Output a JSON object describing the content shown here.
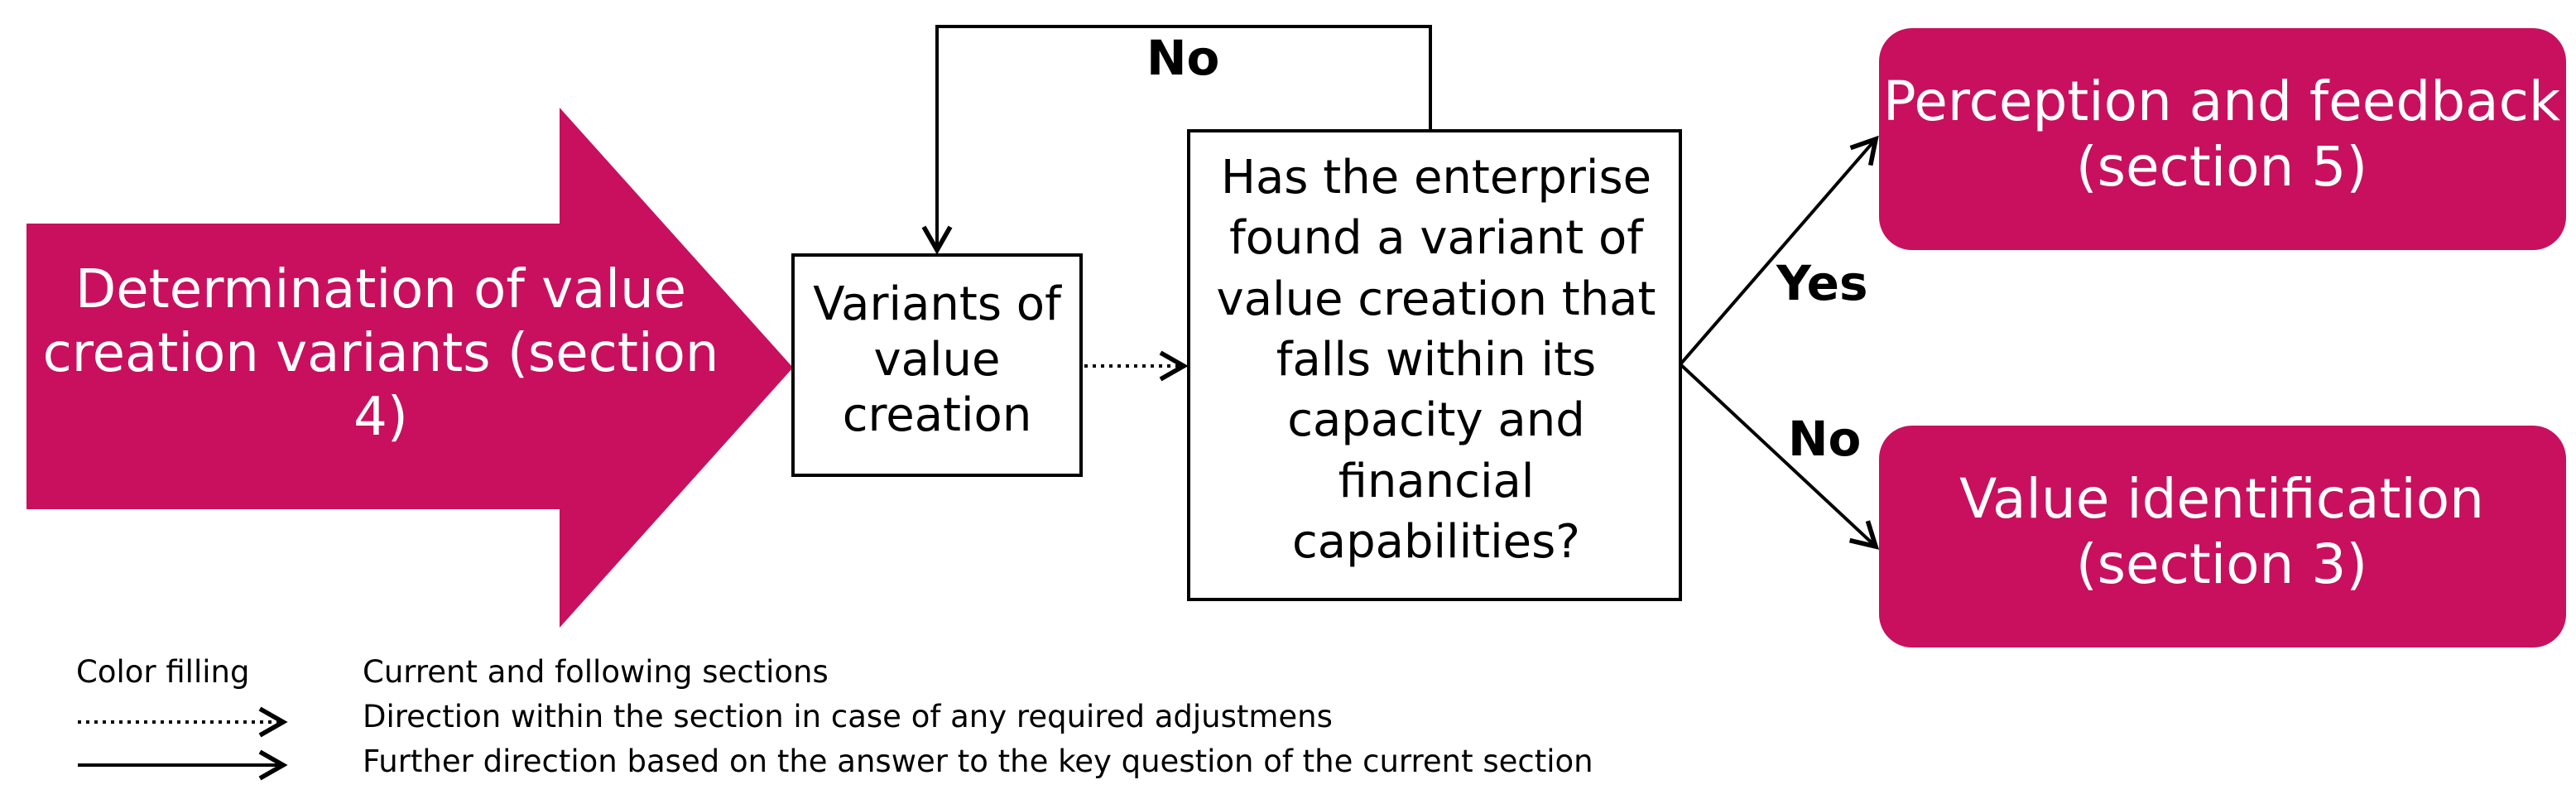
{
  "diagram": {
    "start": {
      "label": "Determination of value creation variants (section 4)"
    },
    "variants_box": {
      "label": "Variants of value creation"
    },
    "question_box": {
      "label": "Has the enterprise found a variant of value creation that falls within its capacity and financial capabilities?"
    },
    "loop_label": "No",
    "yes_label": "Yes",
    "no_label": "No",
    "perception_box": {
      "label": "Perception and feedback (section 5)"
    },
    "value_identification_box": {
      "label": "Value identification (section 3)"
    }
  },
  "legend": {
    "color_filling_key": "Color filling",
    "color_filling_text": "Current and  following sections",
    "dotted_arrow_text": "Direction within the section in case of any required adjustmens",
    "solid_arrow_text": "Further direction based on the answer to the key question of the current section"
  },
  "colors": {
    "accent": "#c8105e",
    "line": "#000000",
    "background": "#ffffff"
  }
}
